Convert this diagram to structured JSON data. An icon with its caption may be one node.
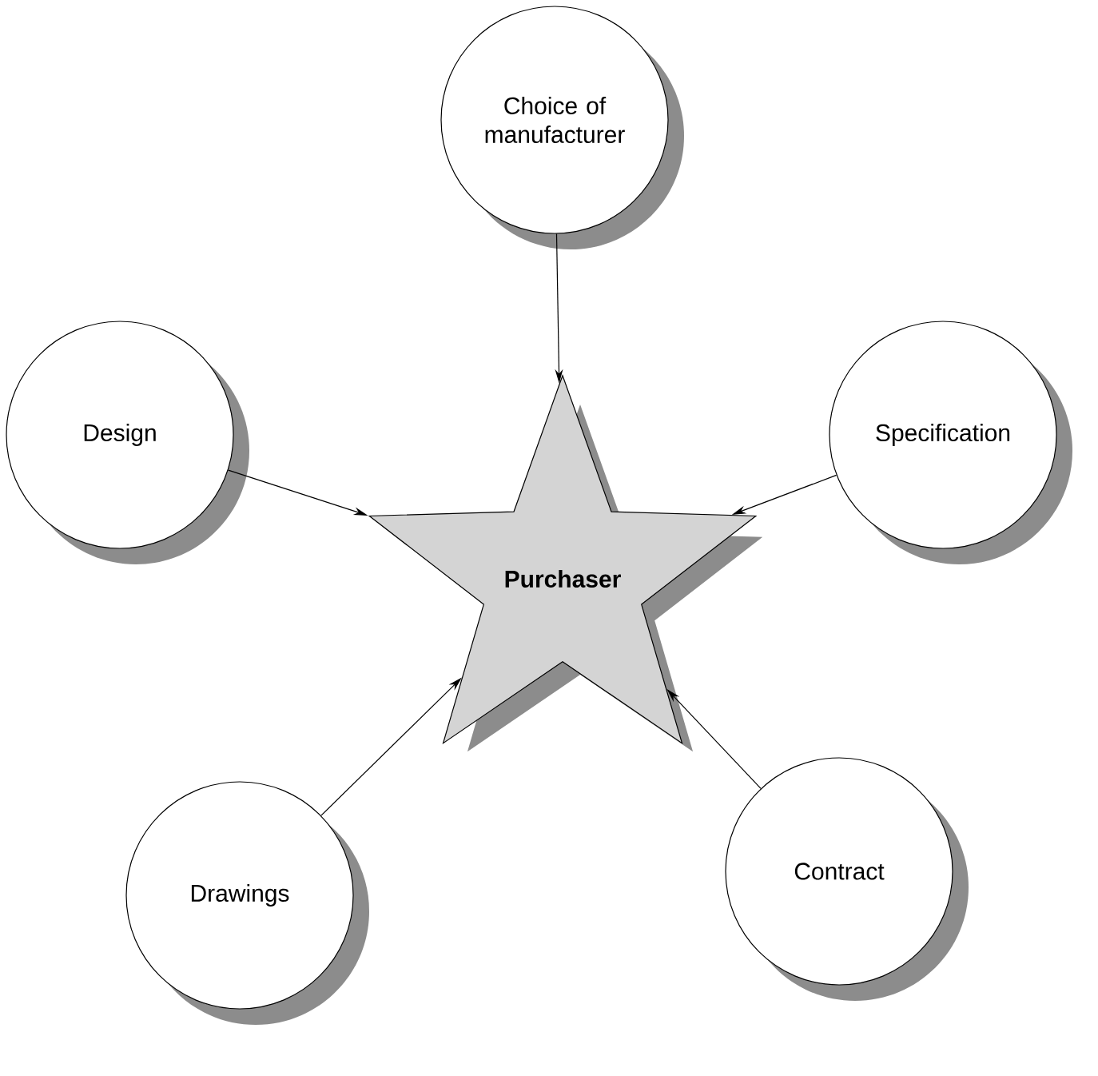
{
  "diagram": {
    "nodes": [
      {
        "text": [
          "Choice of manufacturer"
        ]
      },
      {
        "text": [
          "Design"
        ]
      },
      {
        "text": [
          "Specification"
        ]
      },
      {
        "text": [
          "Purchaser"
        ]
      },
      {
        "text": [
          "Drawings"
        ]
      },
      {
        "text": [
          "Contract"
        ]
      }
    ],
    "edges": [
      {
        "from": 0,
        "to": 3,
        "arrow": "to"
      },
      {
        "from": 1,
        "to": 3,
        "arrow": "to"
      },
      {
        "from": 2,
        "to": 3,
        "arrow": "to"
      },
      {
        "from": 4,
        "to": 3,
        "arrow": "to"
      },
      {
        "from": 5,
        "to": 3,
        "arrow": "to"
      }
    ]
  }
}
